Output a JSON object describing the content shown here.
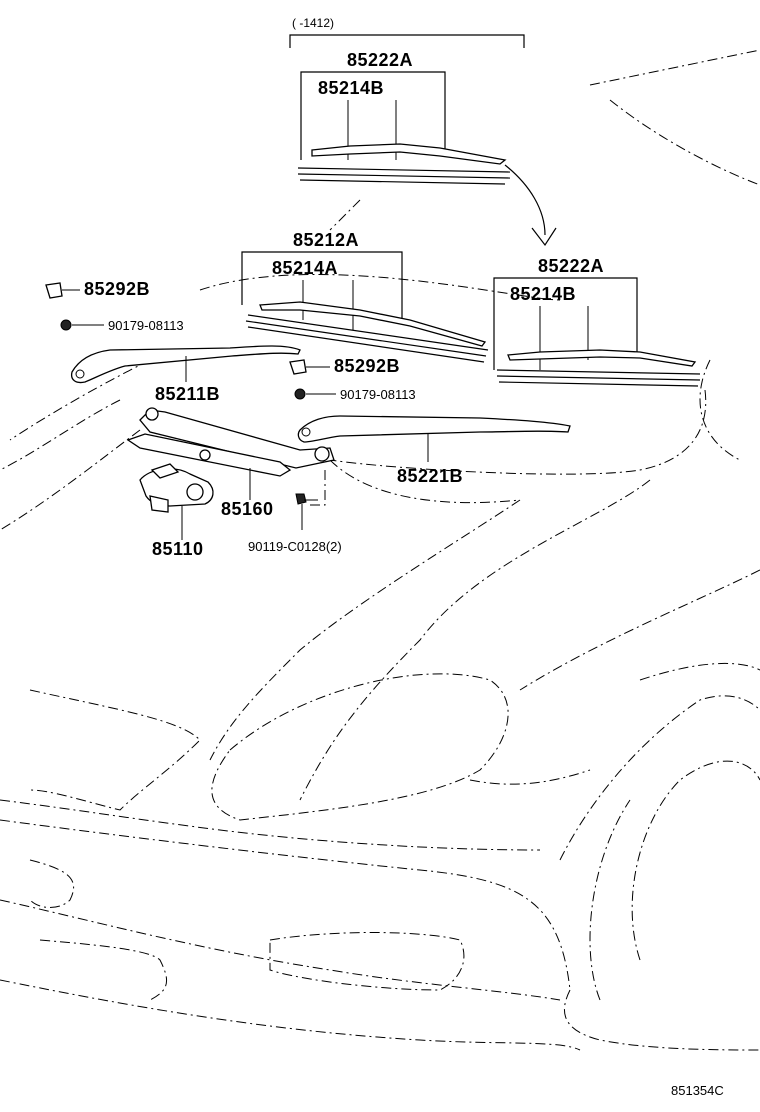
{
  "diagram": {
    "top_range_label": "( -1412)",
    "figure_code": "851354C",
    "labels": {
      "top_blade_assy": "85222A",
      "top_blade_rubber": "85214B",
      "lh_blade_assy": "85212A",
      "lh_blade_rubber": "85214A",
      "cap_upper": "85292B",
      "nut_upper": "90179-08113",
      "lh_arm": "85211B",
      "cap_lower": "85292B",
      "nut_lower": "90179-08113",
      "rh_blade_assy": "85222A",
      "rh_blade_rubber": "85214B",
      "rh_arm": "85221B",
      "link_assy": "85160",
      "motor": "85110",
      "bolt": "90119-C0128(2)"
    }
  }
}
